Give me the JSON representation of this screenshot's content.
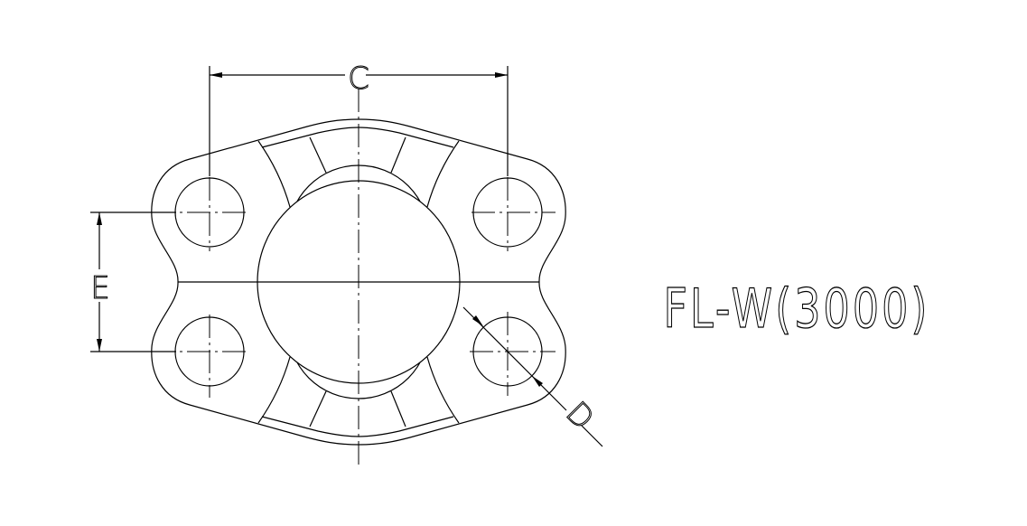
{
  "drawing": {
    "title": "FL-W(3000)",
    "dimensions": {
      "c_label": "C",
      "e_label": "E",
      "d_label": "D"
    },
    "colors": {
      "line": "#000000",
      "background": "#ffffff"
    }
  }
}
